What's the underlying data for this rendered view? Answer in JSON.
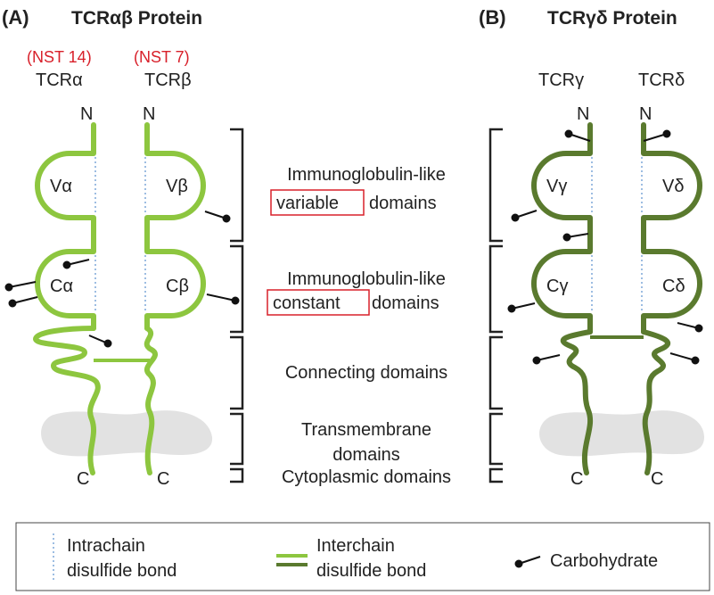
{
  "panel_a": {
    "label": "(A)",
    "title": "TCRαβ Protein",
    "chain_left": {
      "nst": "(NST 14)",
      "name": "TCRα",
      "n": "N",
      "c": "C",
      "v": "Vα",
      "const": "Cα"
    },
    "chain_right": {
      "nst": "(NST 7)",
      "name": "TCRβ",
      "n": "N",
      "c": "C",
      "v": "Vβ",
      "const": "Cβ"
    },
    "color": "#8dc63f"
  },
  "panel_b": {
    "label": "(B)",
    "title": "TCRγδ Protein",
    "chain_left": {
      "name": "TCRγ",
      "n": "N",
      "c": "C",
      "v": "Vγ",
      "const": "Cγ"
    },
    "chain_right": {
      "name": "TCRδ",
      "n": "N",
      "c": "C",
      "v": "Vδ",
      "const": "Cδ"
    },
    "color": "#5a7a2e"
  },
  "domains": {
    "variable": {
      "line1": "Immunoglobulin-like",
      "boxed": "variable",
      "suffix": "domains"
    },
    "constant": {
      "line1": "Immunoglobulin-like",
      "boxed": "constant",
      "suffix": "domains"
    },
    "connecting": "Connecting domains",
    "transmembrane_1": "Transmembrane",
    "transmembrane_2": "domains",
    "cytoplasmic": "Cytoplasmic domains"
  },
  "legend": {
    "intrachain_1": "Intrachain",
    "intrachain_2": "disulfide bond",
    "interchain_1": "Interchain",
    "interchain_2": "disulfide bond",
    "carbohydrate": "Carbohydrate"
  },
  "colors": {
    "highlight_box": "#d8202a",
    "membrane": "#e2e2e2",
    "bracket": "#222222",
    "dotted": "#7da7d9"
  }
}
